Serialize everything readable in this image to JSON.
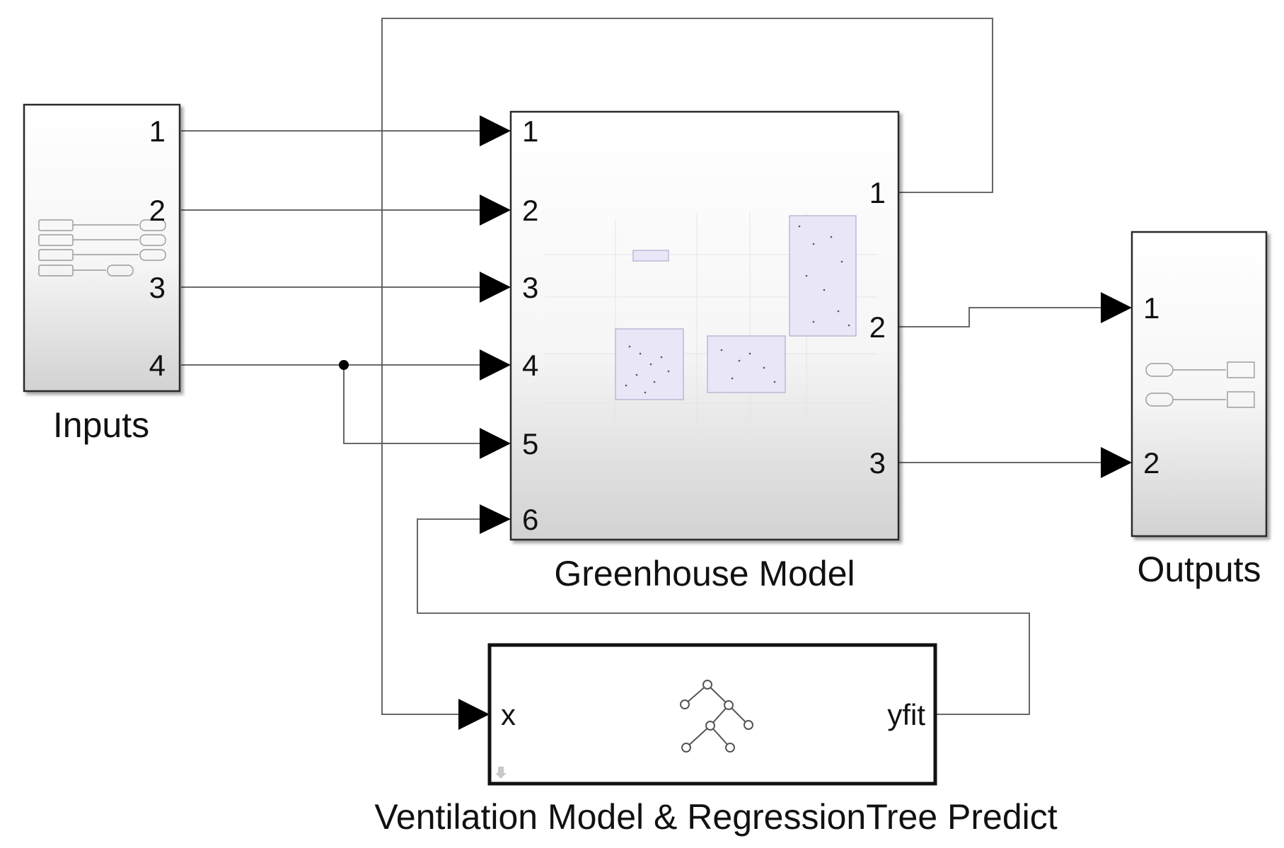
{
  "blocks": {
    "inputs": {
      "label": "Inputs",
      "ports_out": [
        "1",
        "2",
        "3",
        "4"
      ]
    },
    "greenhouse": {
      "label": "Greenhouse Model",
      "ports_in": [
        "1",
        "2",
        "3",
        "4",
        "5",
        "6"
      ],
      "ports_out": [
        "1",
        "2",
        "3"
      ]
    },
    "outputs": {
      "label": "Outputs",
      "ports_in": [
        "1",
        "2"
      ]
    },
    "ventilation": {
      "label": "Ventilation Model & RegressionTree Predict",
      "port_in": "x",
      "port_out": "yfit"
    }
  },
  "icons": {
    "inputs": "signal-source-icon",
    "greenhouse": "subsystem-preview-icon",
    "outputs": "signal-sink-icon",
    "ventilation": "regression-tree-icon",
    "ventilation_corner": "down-arrow-icon"
  },
  "colors": {
    "wire": "#555555",
    "block_border": "#2b2b2b",
    "preview_fill": "#e8e6f7"
  }
}
